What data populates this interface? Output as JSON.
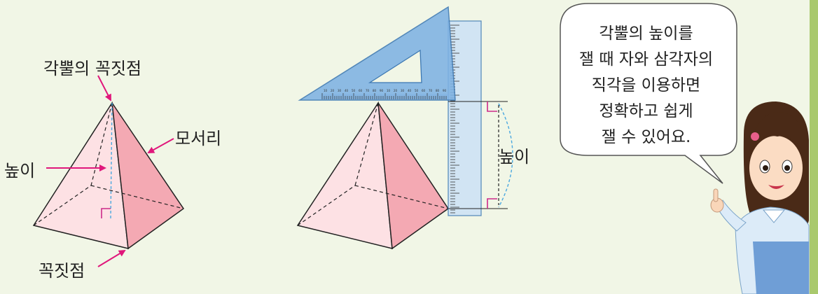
{
  "labels": {
    "apex": "각뿔의 꼭짓점",
    "edge": "모서리",
    "height_left": "높이",
    "vertex": "꼭짓점",
    "height_right": "높이"
  },
  "speech_bubble": {
    "lines": [
      "각뿔의 높이를",
      "잴 때 자와 삼각자의",
      "직각을 이용하면",
      "정확하고 쉽게",
      "잴 수 있어요."
    ]
  },
  "ruler_scale": [
    "10",
    "20",
    "30",
    "40",
    "50",
    "60",
    "70",
    "80",
    "90",
    "10",
    "20",
    "30",
    "40",
    "50",
    "60",
    "70",
    "80",
    "90"
  ],
  "colors": {
    "background": "#f1f6e6",
    "pyramid_light": "#fde1e4",
    "pyramid_dark": "#f4a9b3",
    "triangle_ruler": "#7fb2e3",
    "straight_ruler": "#cfe3f5",
    "arrow": "#e0177b",
    "height_line": "#4aa8e0",
    "right_angle_mark": "#cc2a8a",
    "side_stripe": "#a9c96d"
  },
  "character": {
    "description_icon": "girl-character"
  }
}
